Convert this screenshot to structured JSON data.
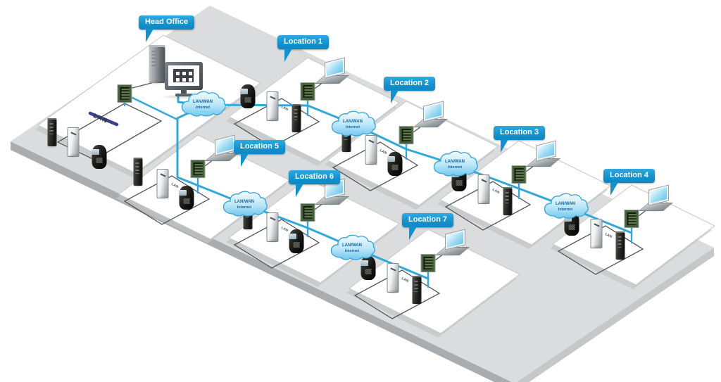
{
  "head_office": {
    "label": "Head Office"
  },
  "locations": [
    {
      "label": "Location 1"
    },
    {
      "label": "Location 2"
    },
    {
      "label": "Location 3"
    },
    {
      "label": "Location 4"
    },
    {
      "label": "Location 5"
    },
    {
      "label": "Location 6"
    },
    {
      "label": "Location 7"
    }
  ],
  "cloud": {
    "line1": "LAN/WAN",
    "line2": "Internet"
  },
  "lan_label": "LAN",
  "icons": {
    "cloud": "lan-wan-internet-cloud-icon",
    "laptop": "laptop-icon",
    "pc-tower": "desktop-tower-icon",
    "pc-monitor": "desktop-monitor-icon",
    "controller": "access-controller-panel-icon",
    "tower": "slim-fingerprint-reader-icon",
    "metal": "metal-card-reader-icon",
    "terminal": "fingerprint-terminal-icon"
  },
  "colors": {
    "callout_blue": "#1697d4",
    "wan_line": "#2fa9dc",
    "lan_line": "#50565a",
    "cable_navy": "#3a3f8f",
    "platform": "#dbdcdd",
    "tile": "#ffffff",
    "cloud_fill": "#b9e6f8",
    "cloud_border": "#35a5da",
    "cloud_text": "#19669f"
  }
}
